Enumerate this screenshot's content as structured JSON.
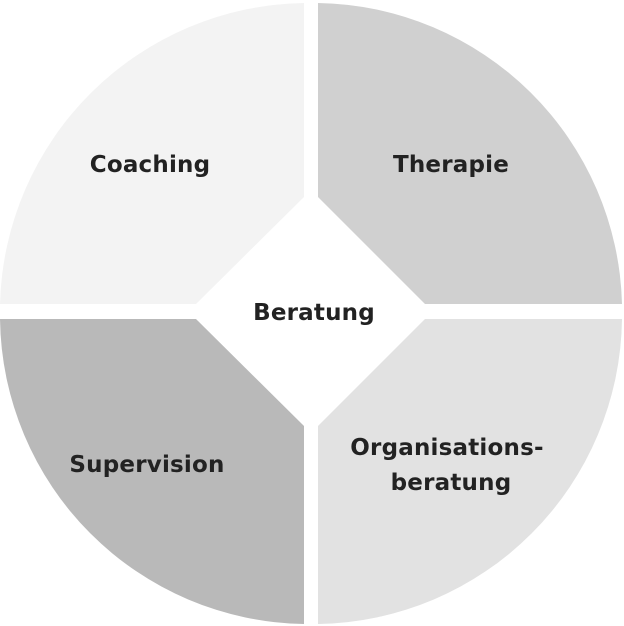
{
  "diagram": {
    "center": {
      "label": "Beratung"
    },
    "quadrants": [
      {
        "id": "top-left",
        "label": "Coaching",
        "color": "#f3f3f3"
      },
      {
        "id": "top-right",
        "label": "Therapie",
        "color": "#d0d0d0"
      },
      {
        "id": "bottom-left",
        "label": "Supervision",
        "color": "#b9b9b9"
      },
      {
        "id": "bottom-right",
        "label_line1": "Organisations-",
        "label_line2": "beratung",
        "color": "#e2e2e2"
      }
    ],
    "background": "#ffffff",
    "text_color": "#222222"
  }
}
